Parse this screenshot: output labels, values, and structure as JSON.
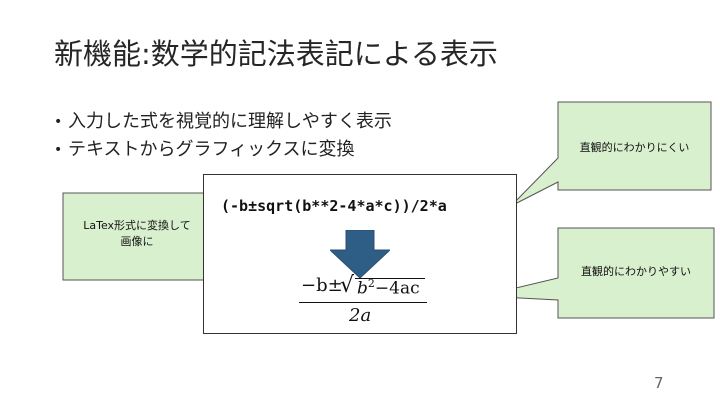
{
  "slide": {
    "title": "新機能:数学的記法表記による表示",
    "bullets": [
      "入力した式を視覚的に理解しやすく表示",
      "テキストからグラフィックスに変換"
    ],
    "code_expression": "(-b±sqrt(b**2-4*a*c))/2*a",
    "formula": {
      "numerator_prefix": "−b±",
      "radicand_b": "b",
      "radicand_exp": "2",
      "radicand_rest": "−4ac",
      "denominator": "2a"
    },
    "callouts": {
      "left_line1": "LaTex形式に変換して",
      "left_line2": "画像に",
      "top_right": "直観的にわかりにくい",
      "bottom_right": "直観的にわかりやすい"
    },
    "page_number": "7"
  },
  "colors": {
    "callout_fill": "#d9f0cf",
    "callout_border": "#555555",
    "arrow_fill": "#2e5d86"
  }
}
